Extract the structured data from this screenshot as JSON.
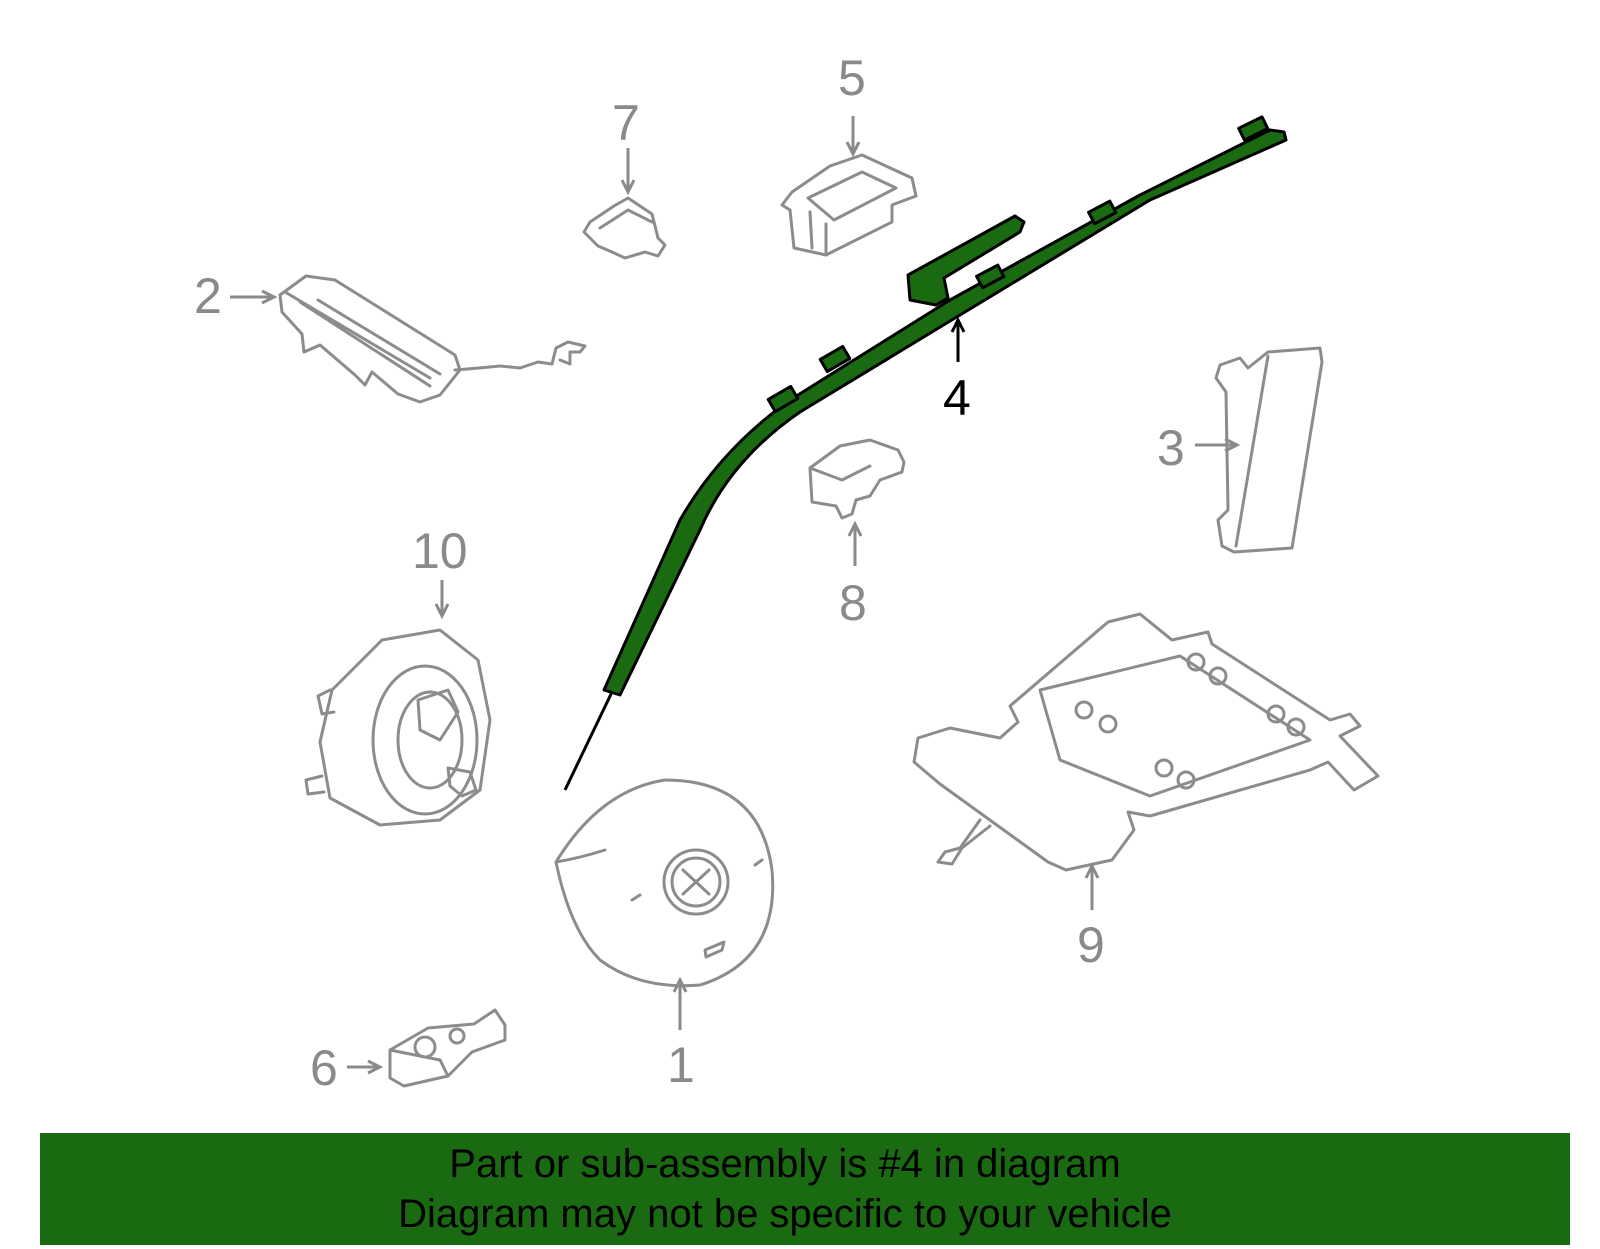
{
  "diagram": {
    "callouts": [
      "1",
      "2",
      "3",
      "4",
      "5",
      "6",
      "7",
      "8",
      "9",
      "10"
    ],
    "highlighted": "4",
    "highlight_color": "#1a6a12",
    "part_color": "#8c8c8c"
  },
  "banner": {
    "line1": "Part or sub-assembly is #4 in diagram",
    "line2": "Diagram may not be specific to your vehicle",
    "background": "#1a6a12"
  }
}
